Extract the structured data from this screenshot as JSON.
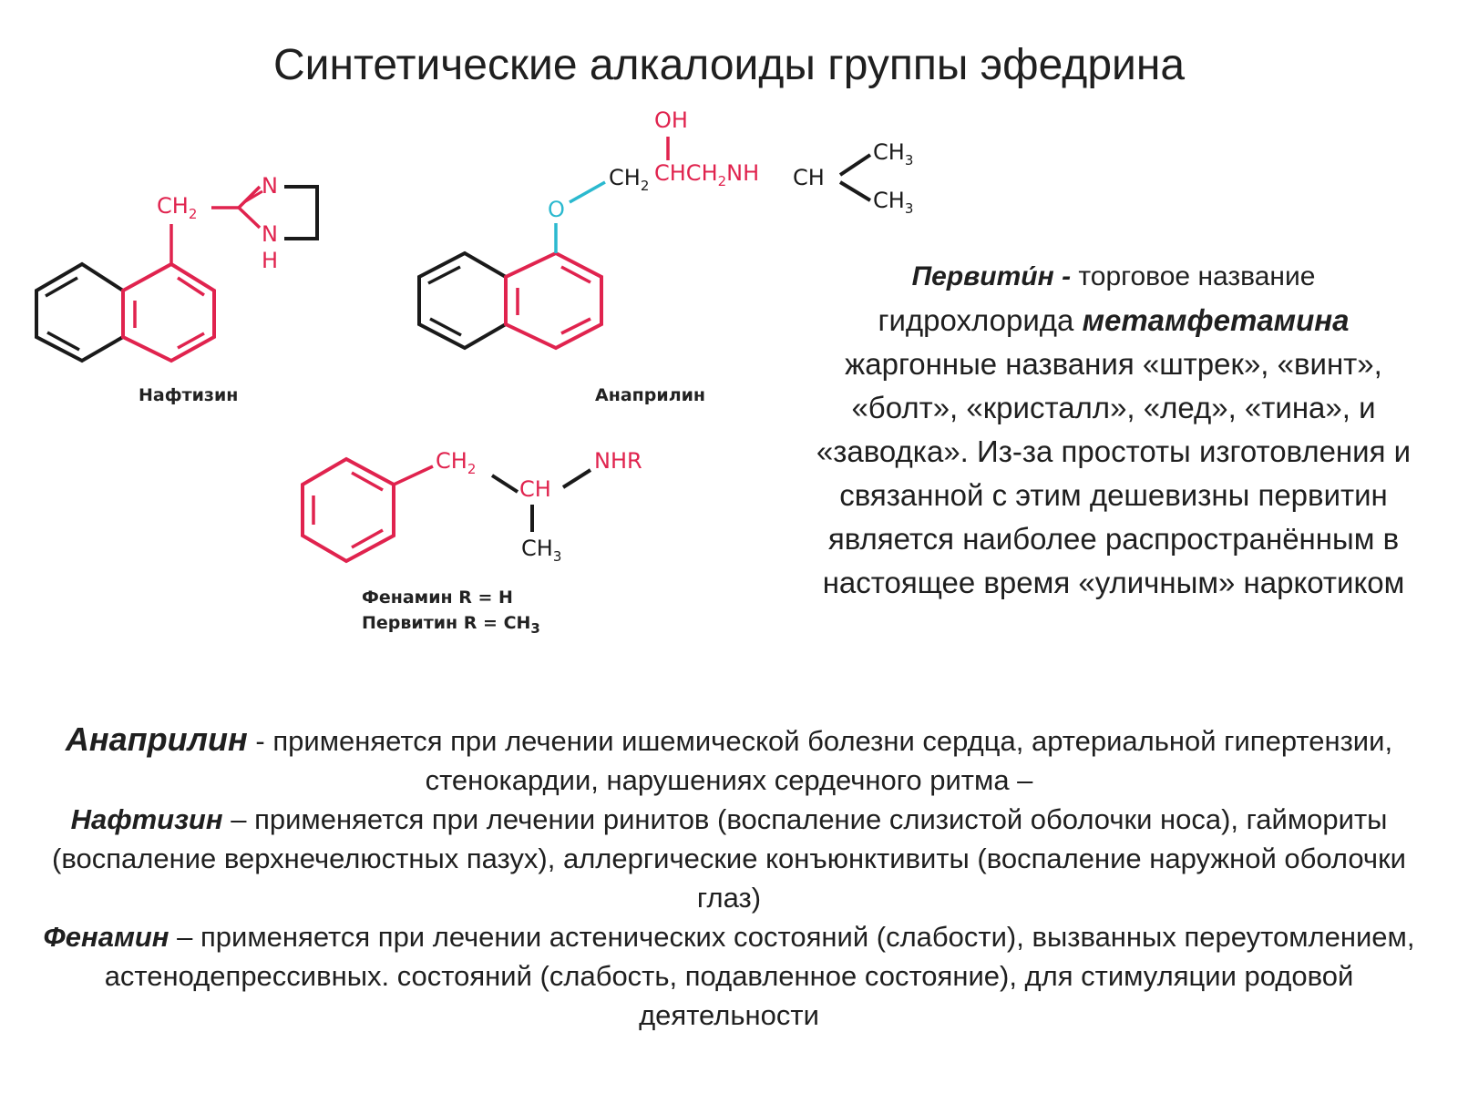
{
  "title": "Синтетические алкалоиды группы эфедрина",
  "structures": {
    "naphthyzine": {
      "caption": "Нафтизин",
      "labels": {
        "ch2": "CH",
        "ch2_sub": "2",
        "n_top": "N",
        "n_bot": "N",
        "h": "H"
      }
    },
    "anaprilin": {
      "caption": "Анаприлин",
      "labels": {
        "oh": "OH",
        "o": "O",
        "chain": "CHCH",
        "chain_ch2_a": "CH",
        "sub2": "2",
        "nh": "NH",
        "ch": "CH",
        "ch3": "CH",
        "sub3": "3"
      }
    },
    "phenamine": {
      "labels": {
        "ch2": "CH",
        "sub2": "2",
        "ch": "CH",
        "nhr": "NHR",
        "ch3": "CH",
        "sub3": "3"
      },
      "legend_line1": "Фенамин  R = H",
      "legend_line2_prefix": "Первитин  R = CH",
      "legend_line2_sub": "3"
    }
  },
  "pervitin": {
    "name": "Первити́н -",
    "p1": " торговое название",
    "p2": "гидрохлорида ",
    "p2_bold": "метамфетамина",
    "p3": "жаргонные названия  «штрек», «винт», «болт», «кристалл», «лед», «тина», и «заводка». Из-за простоты изготовления и связанной с этим дешевизны первитин является наиболее распространённым в настоящее время «уличным» наркотиком"
  },
  "uses": {
    "anaprilin_name": "Анаприлин",
    "anaprilin_text": " - применяется при лечении ишемической болезни сердца, артериальной гипертензии, стенокардии, нарушениях сердечного ритма –",
    "naphthyzine_name": "Нафтизин",
    "naphthyzine_text": " – применяется при лечении ринитов (воспаление слизистой оболочки носа), гаймориты (воспаление верхнечелюстных пазух), аллергические конъюнктивиты (воспаление наружной оболочки глаз)",
    "phenamine_name": "Фенамин",
    "phenamine_text": " – применяется при лечении астенических состояний (слабости), вызванных переутомлением, астенодепрессивных. состояний (слабость, подавленное состояние), для стимуляции родовой деятельности"
  },
  "colors": {
    "red": "#e0234e",
    "cyan": "#2bb9cf",
    "black": "#1a1a1a"
  }
}
